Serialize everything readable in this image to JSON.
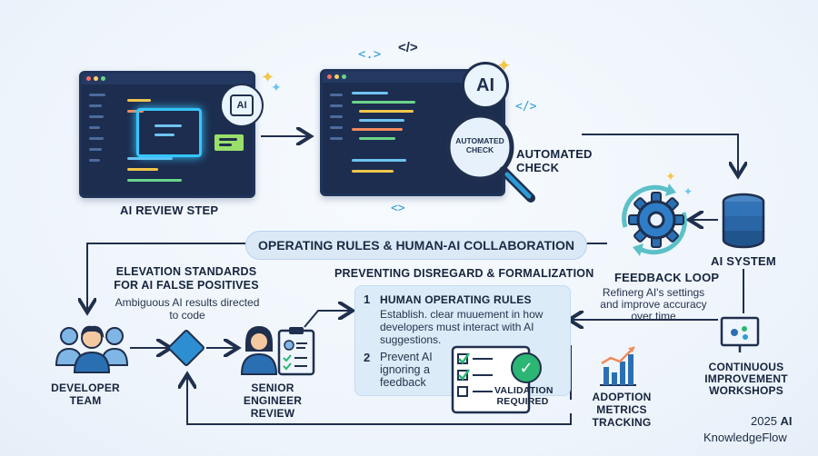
{
  "steps": {
    "ai_review": "AI REVIEW STEP",
    "automated_check": "AUTOMATED CHECK",
    "automated_check_badge": "AUTOMATED CHECK",
    "ai_system": "AI SYSTEM",
    "feedback_loop": "FEEDBACK LOOP",
    "feedback_desc": "Refinerg AI's settings and improve accuracy over time",
    "workshops": "CONTINUOUS IMPROVEMENT WORKSHOPS",
    "adoption": "ADOPTION METRICS TRACKING",
    "developer_team": "DEVELOPER TEAM",
    "senior_review": "SENIOR ENGINEER REVIEW",
    "validation": "VALIDATION REQUIRED"
  },
  "badges": {
    "ai_small": "AI",
    "ai_large": "AI",
    "code_tag": "</>"
  },
  "banner": "OPERATING RULES & HUMAN-AI COLLABORATION",
  "elevation": {
    "title": "ELEVATION STANDARDS FOR AI FALSE POSITIVES",
    "desc": "Ambiguous AI results directed to code"
  },
  "preventing": {
    "title": "PREVENTING DISREGARD & FORMALIZATION",
    "item1_num": "1",
    "item1_title": "HUMAN OPERATING RULES",
    "item1_desc": "Establish. clear muuement in how developers must interact with AI suggestions.",
    "item2_num": "2",
    "item2_desc": "Prevent AI ignoring a feedback"
  },
  "footer": {
    "year": "2025",
    "ai": "AI",
    "brand": "KnowledgeFlow"
  },
  "colors": {
    "navy": "#1c2d4f",
    "accent": "#2d9ad6",
    "arrow": "#1f2f4d",
    "green": "#2bb673",
    "gold": "#f2c64b"
  },
  "icons": [
    "ai-chip-icon",
    "chat-bubble-icon",
    "magnifier-icon",
    "database-icon",
    "gear-icon",
    "cycle-arrows-icon",
    "presentation-board-icon",
    "bar-chart-icon",
    "people-icon",
    "engineer-icon",
    "clipboard-icon",
    "checklist-icon",
    "checkmark-icon",
    "decision-diamond-icon",
    "sparkle-icon"
  ]
}
